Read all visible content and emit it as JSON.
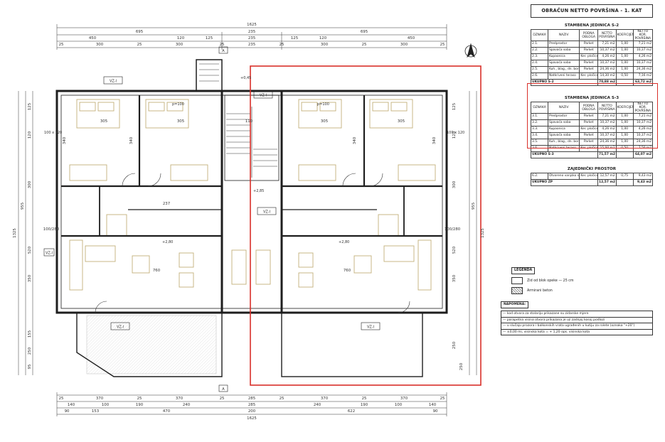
{
  "table": {
    "title": "OBRAČUN NETTO POVRŠINA - 1. KAT",
    "headers": [
      "OZNAKA",
      "NAZIV",
      "PODNA OBLOGA",
      "NETTO POVRŠINA",
      "KOEFICIJENT",
      "NETTO KOR. POVRŠINA"
    ],
    "sections": [
      {
        "title": "STAMBENA JEDINICA S-2",
        "rows": [
          [
            "2.1.",
            "Predprostor",
            "Parket",
            "7,21 m2",
            "1,00",
            "7,21 m2"
          ],
          [
            "2.2.",
            "Spavaća soba",
            "Parket",
            "10,37 m2",
            "1,00",
            "10,37 m2"
          ],
          [
            "2.3.",
            "Kupaonica",
            "Ker. pločice",
            "4,26 m2",
            "1,00",
            "4,26 m2"
          ],
          [
            "2.4.",
            "Spavaća soba",
            "Parket",
            "10,37 m2",
            "1,00",
            "10,37 m2"
          ],
          [
            "2.5.",
            "Kuh., blag., dn. boravak",
            "Parket",
            "24,36 m2",
            "1,00",
            "24,36 m2"
          ],
          [
            "2.6.",
            "Natkriveni teraso",
            "Ker. pločice",
            "14,30 m2",
            "0,50",
            "7,16 m2"
          ]
        ],
        "total": [
          "UKUPNO S-2",
          "70,88 m2",
          "63,72 m2"
        ]
      },
      {
        "title": "STAMBENA JEDINICA S-3",
        "rows": [
          [
            "3.1.",
            "Predprostor",
            "Parket",
            "7,21 m2",
            "1,00",
            "7,21 m2"
          ],
          [
            "3.2.",
            "Spavaća soba",
            "Parket",
            "10,37 m2",
            "1,00",
            "10,37 m2"
          ],
          [
            "3.3.",
            "Kupaonica",
            "Ker. pločice",
            "4,26 m2",
            "1,00",
            "4,26 m2"
          ],
          [
            "3.4.",
            "Spavaća soba",
            "Parket",
            "10,37 m2",
            "1,00",
            "10,37 m2"
          ],
          [
            "3.5.",
            "Kuh., blag., dn. boravak",
            "Parket",
            "24,36 m2",
            "1,00",
            "24,36 m2"
          ],
          [
            "3.6.",
            "Natkriveni teraso",
            "Ker. pločice",
            "15,00 m2",
            "0,50",
            "7,50 m2"
          ]
        ],
        "total": [
          "UKUPNO S-3",
          "71,57 m2",
          "64,07 m2"
        ]
      },
      {
        "title": "ZAJEDNIČKI PROSTOR",
        "rows": [
          [
            "6.2.",
            "Otvoreno vanjsko stubište",
            "Ker. pločice",
            "12,57 m2",
            "0,75",
            "9,43 m2"
          ]
        ],
        "total": [
          "UKUPNO ZP",
          "12,57 m2",
          "9,43 m2"
        ]
      }
    ]
  },
  "legend": {
    "title": "LEGENDA",
    "items": [
      "Zid od blok opeke — 25 cm",
      "Armirani beton"
    ]
  },
  "notes": {
    "title": "NAPOMENA:",
    "items": [
      "— kod otvora za stolariju prikazane su zidarske mjere",
      "— parapetna visina otvora prikazana je uz zadnjoj kosoj podlozi",
      "— u slučaju prozora i balkonskih vrata ugrađenih u kutiju za rolete (oznaka \"+20\")",
      "— ±0,00 mi, visinska kota = + 1,20 ops. visinska kota"
    ]
  },
  "dims": {
    "top_overall": "1625",
    "top_row2": [
      "695",
      "235",
      "695"
    ],
    "top_row3": [
      "450",
      "120",
      "125",
      "235",
      "125",
      "120",
      "450"
    ],
    "top_row4": [
      "25",
      "300",
      "25",
      "300",
      "25",
      "235",
      "25",
      "300",
      "25",
      "300",
      "25"
    ],
    "bottom_row1": [
      "25",
      "370",
      "25",
      "370",
      "25",
      "285",
      "25",
      "370",
      "25",
      "370",
      "25"
    ],
    "bottom_row2": [
      "140",
      "100",
      "190",
      "240",
      "285",
      "240",
      "190",
      "100",
      "140"
    ],
    "bottom_row3": [
      "90",
      "153",
      "470",
      "200",
      "622",
      "90"
    ],
    "bottom_overall": "1625",
    "left_overall": "1325",
    "left_mid": "955",
    "left_segs": [
      "125",
      "120",
      "340",
      "300",
      "520",
      "350",
      "155",
      "250",
      "95"
    ],
    "right_overall": "1325",
    "right_mid": "955",
    "right_segs": [
      "125",
      "120",
      "340",
      "300",
      "520",
      "350",
      "250",
      "250"
    ],
    "room_widths": [
      "305",
      "305",
      "305",
      "305"
    ],
    "room_heights": [
      "340",
      "340"
    ],
    "living": [
      "760",
      "760"
    ],
    "misc": [
      "110",
      "280",
      "237",
      "100/280"
    ]
  },
  "window_tags": [
    "VZ-I",
    "VZ-I",
    "VZ-I",
    "VZ-I",
    "VZ-I",
    "VZ-I"
  ],
  "labels": {
    "level_left": "+2,80",
    "level_right": "+2,80",
    "level_stair": "+0,45",
    "stair_tag": "+2,85",
    "section_a": "A",
    "door_p": "p=100",
    "win_left": "100 x 120",
    "win_right": "100 x 120"
  },
  "colors": {
    "wall": "#1e1e1e",
    "furniture": "#c2b07a",
    "highlight": "#d9302a",
    "line": "#333333"
  }
}
